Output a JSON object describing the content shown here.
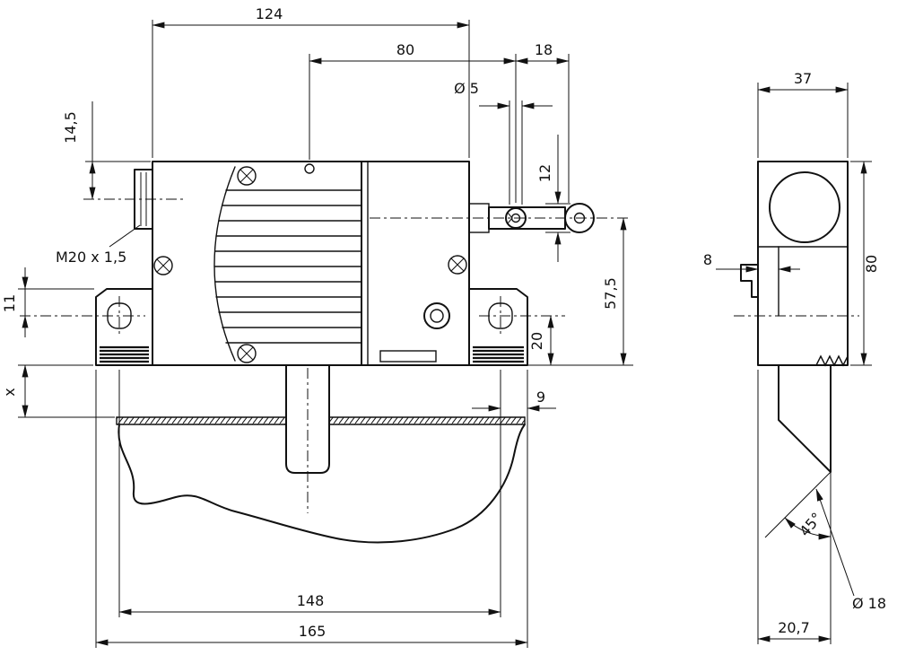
{
  "front": {
    "dims": {
      "d124": "124",
      "d80": "80",
      "d18": "18",
      "dia5": "Ø 5",
      "d12": "12",
      "d145": "14,5",
      "thread": "M20 x 1,5",
      "d11": "11",
      "dx": "x",
      "d575": "57,5",
      "d20": "20",
      "d9": "9",
      "d148": "148",
      "d165": "165"
    }
  },
  "side": {
    "dims": {
      "d37": "37",
      "d80": "80",
      "d8": "8",
      "d45": "45°",
      "dia18": "Ø 18",
      "d207": "20,7"
    }
  },
  "colors": {
    "line": "#111111",
    "roller_fill": "#c9c9c9",
    "gland_fill": "#d8d8d8"
  }
}
